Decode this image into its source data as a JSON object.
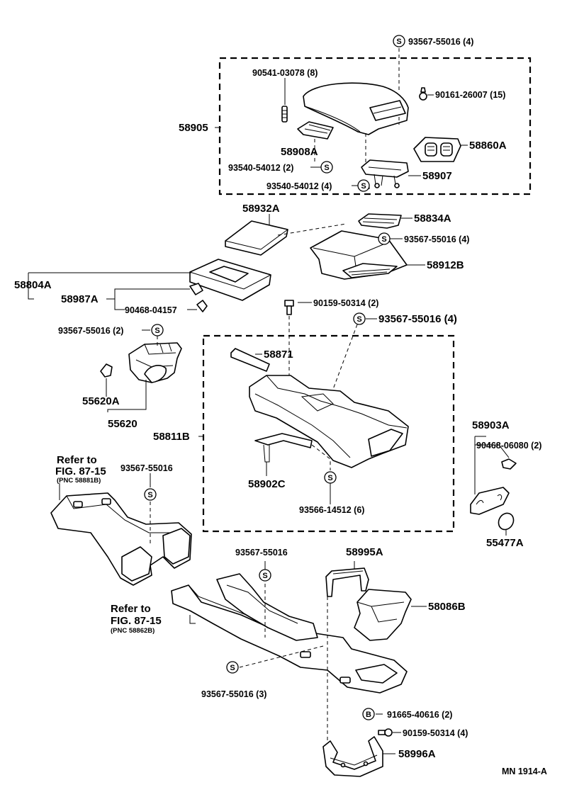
{
  "labels": {
    "p93567_55016_4_top": "93567-55016 (4)",
    "p90541_03078": "90541-03078 (8)",
    "p90161_26007": "90161-26007 (15)",
    "p58905": "58905",
    "p58908A": "58908A",
    "p58860A": "58860A",
    "p93540_54012_2": "93540-54012 (2)",
    "p58907": "58907",
    "p93540_54012_4": "93540-54012 (4)",
    "p58932A": "58932A",
    "p58834A": "58834A",
    "p93567_55016_4_mid": "93567-55016 (4)",
    "p58912B": "58912B",
    "p58804A": "58804A",
    "p58987A": "58987A",
    "p90468_04157": "90468-04157",
    "p90159_50314_2": "90159-50314 (2)",
    "p93567_55016_4_low": "93567-55016 (4)",
    "p93567_55016_2": "93567-55016 (2)",
    "p58871": "58871",
    "p55620A": "55620A",
    "p55620": "55620",
    "p58811B": "58811B",
    "p58903A": "58903A",
    "p90468_06080": "90468-06080 (2)",
    "p58902C": "58902C",
    "p93566_14512": "93566-14512 (6)",
    "p55477A": "55477A",
    "ref1_line1": "Refer to",
    "ref1_line2": "FIG. 87-15",
    "ref1_line3": "(PNC 58881B)",
    "p93567_55016_a": "93567-55016",
    "p93567_55016_b": "93567-55016",
    "p58995A": "58995A",
    "p58086B": "58086B",
    "ref2_line1": "Refer to",
    "ref2_line2": "FIG. 87-15",
    "ref2_line3": "(PNC 58862B)",
    "p93567_55016_3": "93567-55016 (3)",
    "p91665_40616": "91665-40616 (2)",
    "p90159_50314_4": "90159-50314 (4)",
    "p58996A": "58996A",
    "footer": "MN 1914-A"
  },
  "symbols": {
    "s": "S",
    "b": "B"
  }
}
